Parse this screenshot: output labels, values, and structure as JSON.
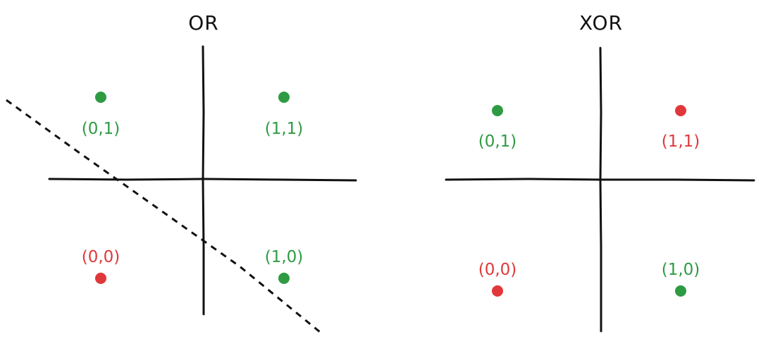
{
  "colors": {
    "positive": "#2e9b43",
    "negative": "#e0383a",
    "ink": "#111111"
  },
  "panels": [
    {
      "title": "OR",
      "points": [
        {
          "label": "(0,1)",
          "x": 0,
          "y": 1,
          "class": "positive"
        },
        {
          "label": "(1,1)",
          "x": 1,
          "y": 1,
          "class": "positive"
        },
        {
          "label": "(0,0)",
          "x": 0,
          "y": 0,
          "class": "negative"
        },
        {
          "label": "(1,0)",
          "x": 1,
          "y": 0,
          "class": "positive"
        }
      ],
      "has_separator": true
    },
    {
      "title": "XOR",
      "points": [
        {
          "label": "(0,1)",
          "x": 0,
          "y": 1,
          "class": "positive"
        },
        {
          "label": "(1,1)",
          "x": 1,
          "y": 1,
          "class": "negative"
        },
        {
          "label": "(0,0)",
          "x": 0,
          "y": 0,
          "class": "negative"
        },
        {
          "label": "(1,0)",
          "x": 1,
          "y": 0,
          "class": "positive"
        }
      ],
      "has_separator": false
    }
  ]
}
